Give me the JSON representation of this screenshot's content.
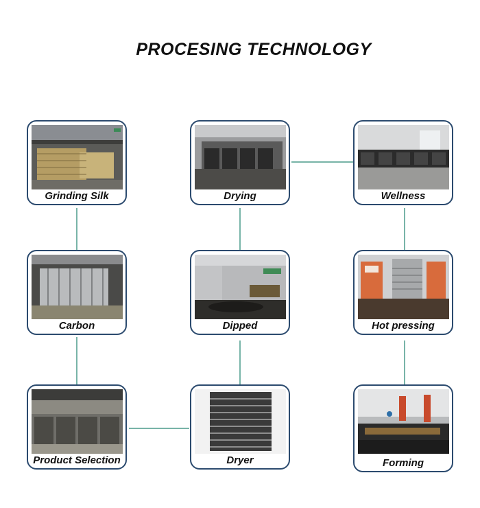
{
  "title": "PROCESING TECHNOLOGY",
  "steps": [
    {
      "label": "Grinding Silk"
    },
    {
      "label": "Drying"
    },
    {
      "label": "Wellness"
    },
    {
      "label": "Carbon"
    },
    {
      "label": "Dipped"
    },
    {
      "label": "Hot pressing"
    },
    {
      "label": "Product Selection"
    },
    {
      "label": "Dryer"
    },
    {
      "label": "Forming"
    }
  ],
  "colors": {
    "card_border": "#2b4a6e",
    "connector": "#4a9a8a"
  }
}
